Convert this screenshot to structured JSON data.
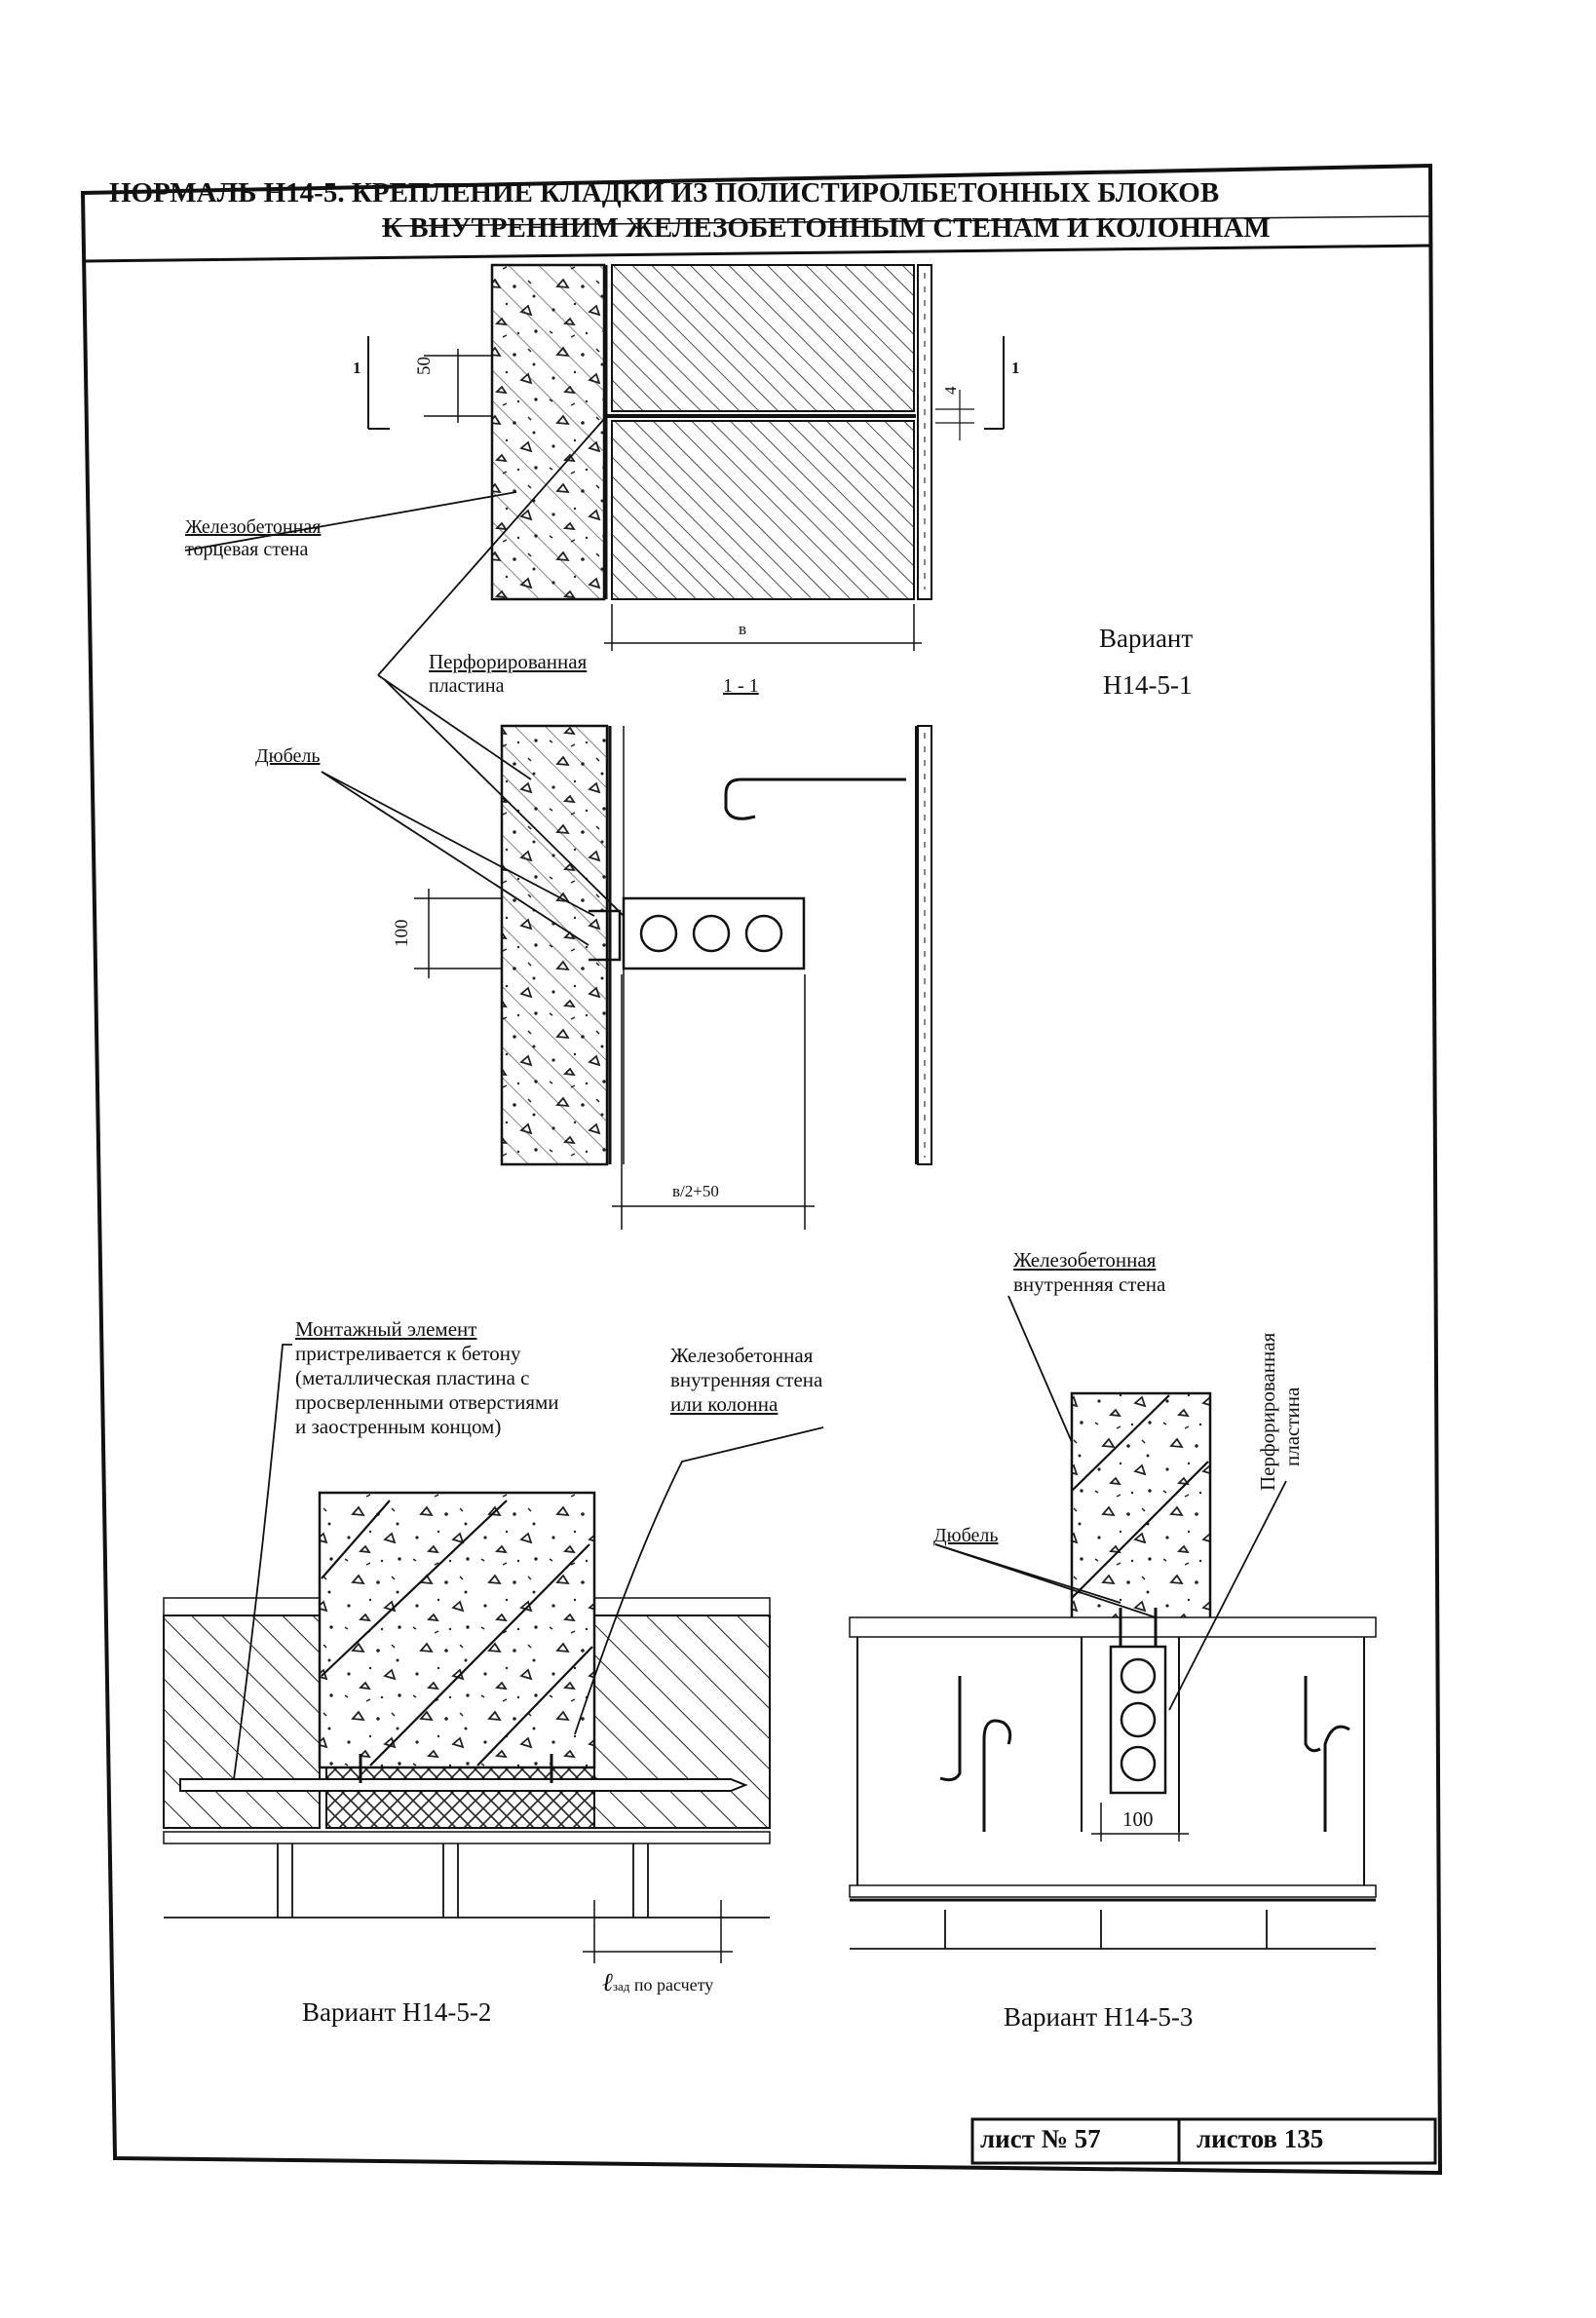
{
  "title": {
    "line1": "НОРМАЛЬ Н14-5.  КРЕПЛЕНИЕ КЛАДКИ ИЗ ПОЛИСТИРОЛБЕТОННЫХ БЛОКОВ",
    "line2": "К ВНУТРЕННИМ ЖЕЛЕЗОБЕТОННЫМ СТЕНАМ И КОЛОННАМ"
  },
  "variant1": {
    "label": "Вариант",
    "code": "Н14-5-1",
    "wall_label_1": "Железобетонная",
    "wall_label_2": "торцевая стена",
    "plate_label_1": "Перфорированная",
    "plate_label_2": "пластина",
    "section_mark": "1 - 1",
    "dowel_label": "Дюбель",
    "dim_50": "50",
    "dim_4": "4",
    "dim_b": "в",
    "dim_100": "100",
    "dim_b2": "в/2+50",
    "cut_1": "1",
    "cut_2": "1"
  },
  "variant2": {
    "note_1": "Монтажный элемент",
    "note_2": "пристреливается к бетону",
    "note_3": "(металлическая пластина с",
    "note_4": "просверленными отверстиями",
    "note_5": "и заостренным концом)",
    "wall_1": "Железобетонная",
    "wall_2": "внутренняя стена",
    "wall_3": "или колонна",
    "anchor_sym": "ℓ",
    "anchor_sub": "зад",
    "anchor_tail": "по расчету",
    "caption": "Вариант Н14-5-2"
  },
  "variant3": {
    "wall_1": "Железобетонная",
    "wall_2": "внутренняя стена",
    "plate_1": "Перфорированная",
    "plate_2": "пластина",
    "dowel": "Дюбель",
    "dim_100": "100",
    "caption": "Вариант Н14-5-3"
  },
  "titleblock": {
    "sheet_label": "лист №",
    "sheet_no": "57",
    "sheets_label": "листов",
    "sheets_total": "135"
  }
}
